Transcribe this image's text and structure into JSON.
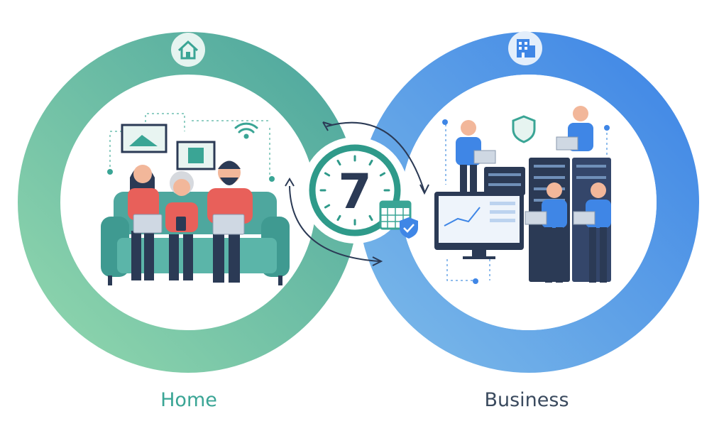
{
  "clock": {
    "number": "7"
  },
  "labels": {
    "home": "Home",
    "business": "Business"
  },
  "colors": {
    "home_teal": "#3aa595",
    "business_blue": "#4a8fe0",
    "text_dark": "#3a4a5e",
    "navy": "#2b3a55"
  },
  "icons": [
    "home-icon",
    "building-icon",
    "wifi-icon",
    "shield-icon",
    "calendar-icon",
    "shield-check-icon",
    "clock-icon",
    "cycle-arrows-icon"
  ]
}
